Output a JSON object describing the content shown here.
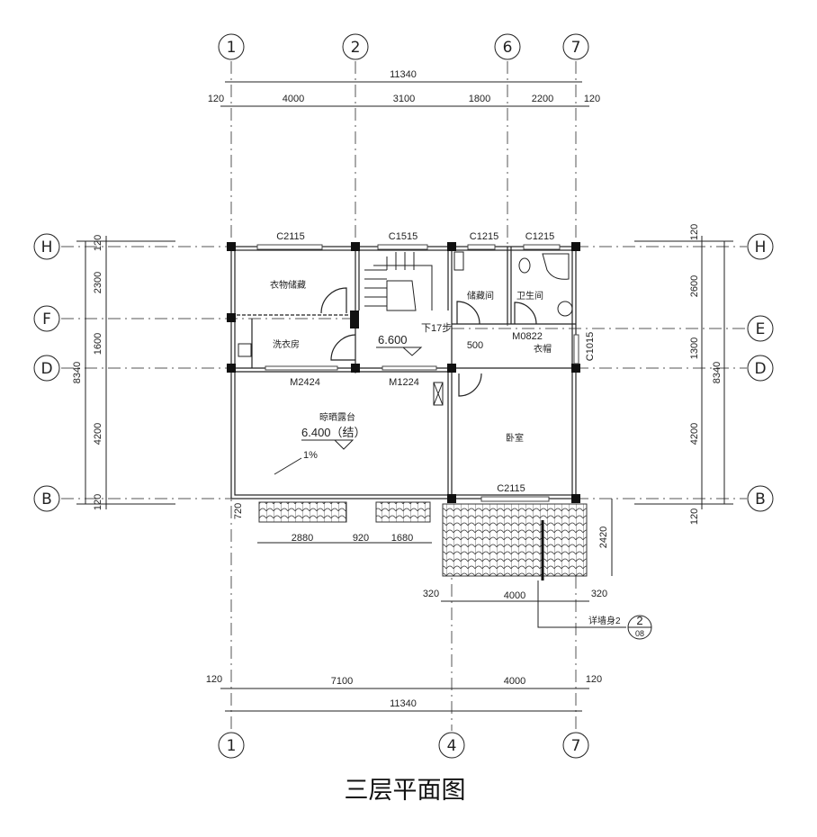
{
  "title": "三层平面图",
  "axes": {
    "top": [
      "1",
      "2",
      "6",
      "7"
    ],
    "bottom": [
      "1",
      "4",
      "7"
    ],
    "left": [
      "H",
      "F",
      "D",
      "B"
    ],
    "right": [
      "H",
      "E",
      "D",
      "B"
    ]
  },
  "dimensions": {
    "top_total": "11340",
    "top_offsets": [
      "120",
      "120"
    ],
    "top_segments": [
      "4000",
      "3100",
      "1800",
      "2200"
    ],
    "bottom_segments": [
      "7100",
      "4000"
    ],
    "bottom_total": "11340",
    "bottom_offsets": [
      "120",
      "120"
    ],
    "left_segments": [
      "2300",
      "1600",
      "4200"
    ],
    "left_offsets": [
      "120",
      "120"
    ],
    "left_total": "8340",
    "right_segments": [
      "2600",
      "1300",
      "4200"
    ],
    "right_offsets": [
      "120",
      "120"
    ],
    "right_total": "8340",
    "canopy_segments": [
      "2880",
      "920",
      "1680"
    ],
    "canopy_depth": "720",
    "roof_width": "4000",
    "roof_offsets": [
      "320",
      "320"
    ],
    "roof_depth": "2420",
    "door_gap": "500"
  },
  "openings": {
    "w1": "C2115",
    "w2": "C1515",
    "w3": "C1215",
    "w4": "C1215",
    "w5": "C1015",
    "w6": "C2115",
    "d1": "M2424",
    "d2": "M1224",
    "d3": "M0822"
  },
  "rooms": {
    "clothes_storage": "衣物储藏",
    "laundry": "洗衣房",
    "storage": "储藏间",
    "bathroom": "卫生间",
    "wardrobe": "衣帽",
    "terrace": "晾晒露台",
    "bedroom": "卧室"
  },
  "annotations": {
    "stair_note": "下17步",
    "floor_level": "6.600",
    "terrace_level": "6.400（结）",
    "slope": "1%",
    "detail_ref": "详墙身2",
    "detail_num": "2",
    "detail_sheet": "08"
  }
}
